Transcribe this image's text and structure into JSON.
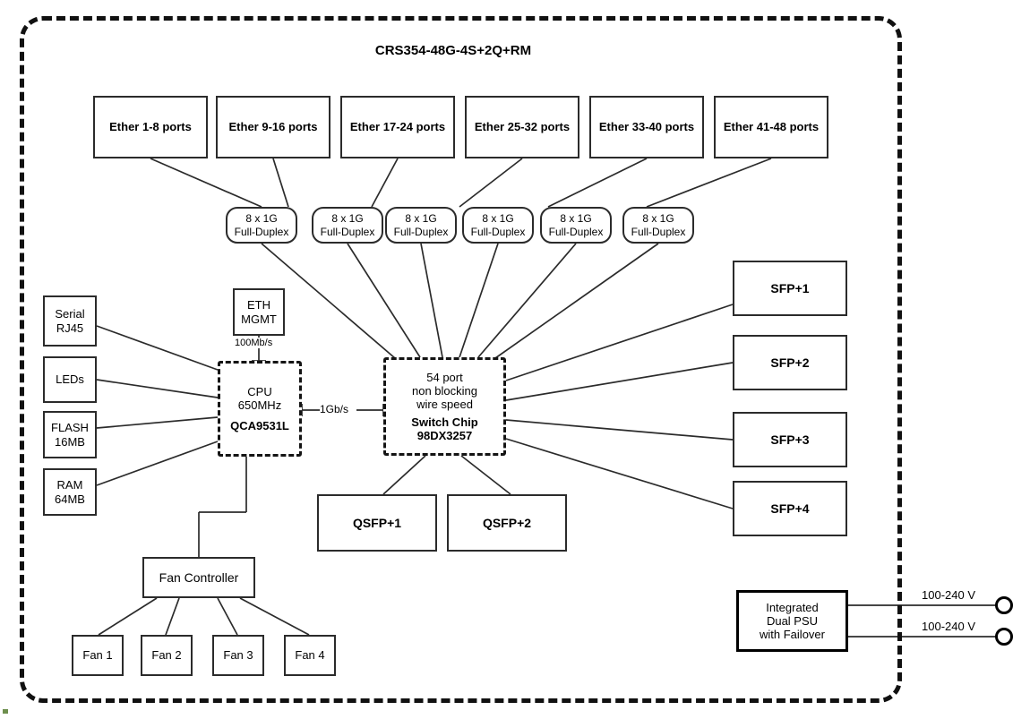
{
  "diagram": {
    "title": "CRS354-48G-4S+2Q+RM",
    "chassis_name": "device-chassis"
  },
  "ether_ports": [
    {
      "label": "Ether 1-8 ports"
    },
    {
      "label": "Ether 9-16 ports"
    },
    {
      "label": "Ether 17-24 ports"
    },
    {
      "label": "Ether 25-32 ports"
    },
    {
      "label": "Ether 33-40 ports"
    },
    {
      "label": "Ether 41-48 ports"
    }
  ],
  "port_groups": [
    {
      "line1": "8 x 1G",
      "line2": "Full-Duplex"
    },
    {
      "line1": "8 x 1G",
      "line2": "Full-Duplex"
    },
    {
      "line1": "8 x 1G",
      "line2": "Full-Duplex"
    },
    {
      "line1": "8 x 1G",
      "line2": "Full-Duplex"
    },
    {
      "line1": "8 x 1G",
      "line2": "Full-Duplex"
    },
    {
      "line1": "8 x 1G",
      "line2": "Full-Duplex"
    }
  ],
  "peripherals": [
    {
      "line1": "Serial",
      "line2": "RJ45"
    },
    {
      "line1": "LEDs",
      "line2": ""
    },
    {
      "line1": "FLASH",
      "line2": "16MB"
    },
    {
      "line1": "RAM",
      "line2": "64MB"
    }
  ],
  "eth_mgmt": {
    "line1": "ETH",
    "line2": "MGMT",
    "link_speed": "100Mb/s"
  },
  "cpu": {
    "line1": "CPU",
    "line2": "650MHz",
    "model": "QCA9531L"
  },
  "cpu_switch_link": "1Gb/s",
  "switch_chip": {
    "line1": "54 port",
    "line2": "non blocking",
    "line3": "wire speed",
    "name": "Switch Chip",
    "model": "98DX3257"
  },
  "sfp_ports": [
    {
      "label": "SFP+1"
    },
    {
      "label": "SFP+2"
    },
    {
      "label": "SFP+3"
    },
    {
      "label": "SFP+4"
    }
  ],
  "qsfp_ports": [
    {
      "label": "QSFP+1"
    },
    {
      "label": "QSFP+2"
    }
  ],
  "fan_controller": {
    "label": "Fan Controller"
  },
  "fans": [
    {
      "label": "Fan 1"
    },
    {
      "label": "Fan 2"
    },
    {
      "label": "Fan 3"
    },
    {
      "label": "Fan 4"
    }
  ],
  "psu": {
    "line1": "Integrated",
    "line2": "Dual PSU",
    "line3": "with Failover",
    "inputs": [
      {
        "label": "100-240 V"
      },
      {
        "label": "100-240 V"
      }
    ]
  },
  "colors": {
    "stroke": "#2b2b2b",
    "chassis": "#111111",
    "text": "#000000",
    "background": "#ffffff"
  }
}
